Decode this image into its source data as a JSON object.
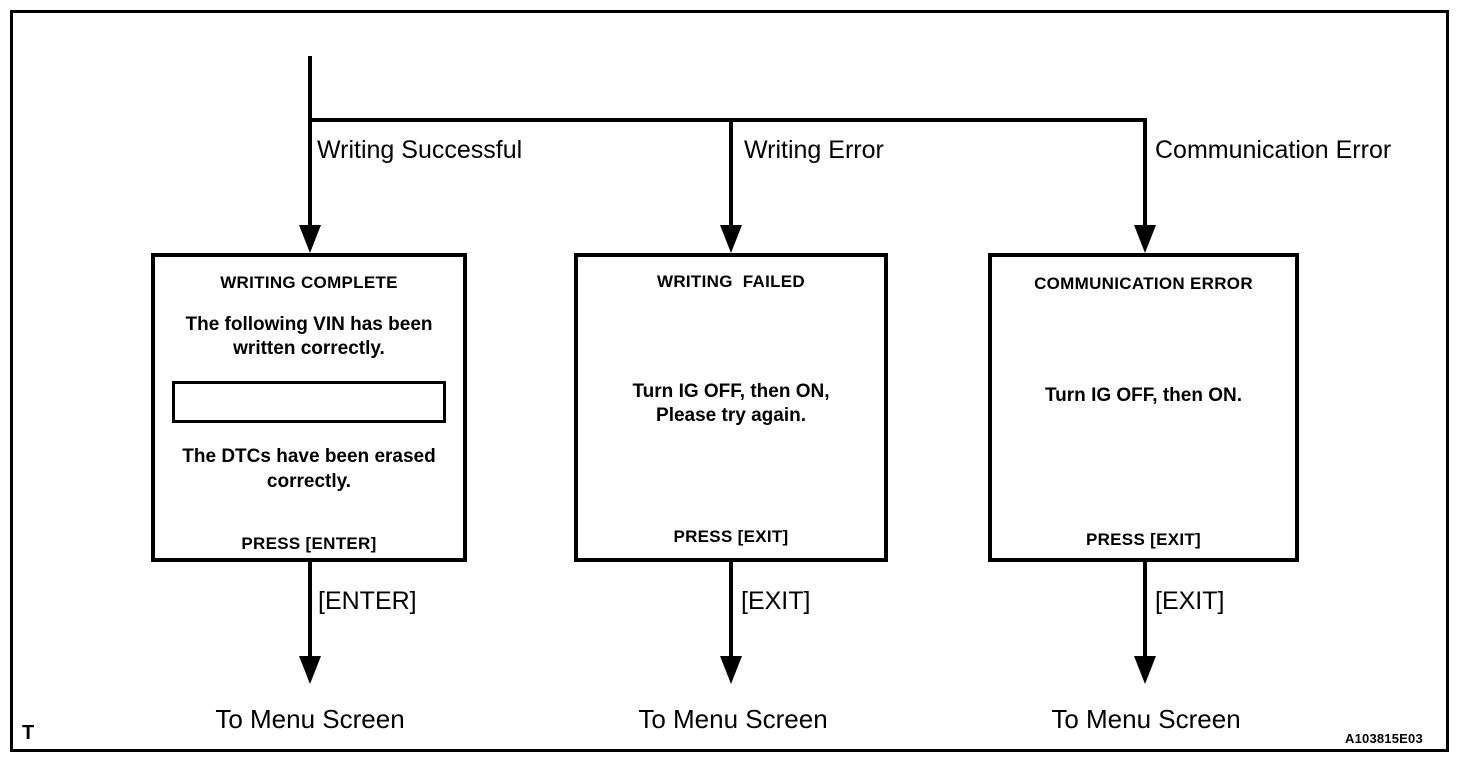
{
  "figure": {
    "id_code": "A103815E03",
    "corner_mark": "T"
  },
  "branches": [
    {
      "label": "Writing Successful"
    },
    {
      "label": "Writing Error"
    },
    {
      "label": "Communication Error"
    }
  ],
  "screens": [
    {
      "title": "WRITING COMPLETE",
      "body_first": "The following VIN has been\nwritten correctly.",
      "vin_value": "",
      "body_second": "The DTCs have been erased\ncorrectly.",
      "footer": "PRESS [ENTER]"
    },
    {
      "title": "WRITING  FAILED",
      "body": "Turn IG OFF, then ON,\nPlease try again.",
      "footer": "PRESS [EXIT]"
    },
    {
      "title": "COMMUNICATION ERROR",
      "body": "Turn IG OFF, then ON.",
      "footer": "PRESS [EXIT]"
    }
  ],
  "exits": [
    {
      "key_label": "[ENTER]",
      "destination": "To Menu Screen"
    },
    {
      "key_label": "[EXIT]",
      "destination": "To Menu Screen"
    },
    {
      "key_label": "[EXIT]",
      "destination": "To Menu Screen"
    }
  ],
  "colors": {
    "line": "#000000",
    "background": "#ffffff"
  }
}
